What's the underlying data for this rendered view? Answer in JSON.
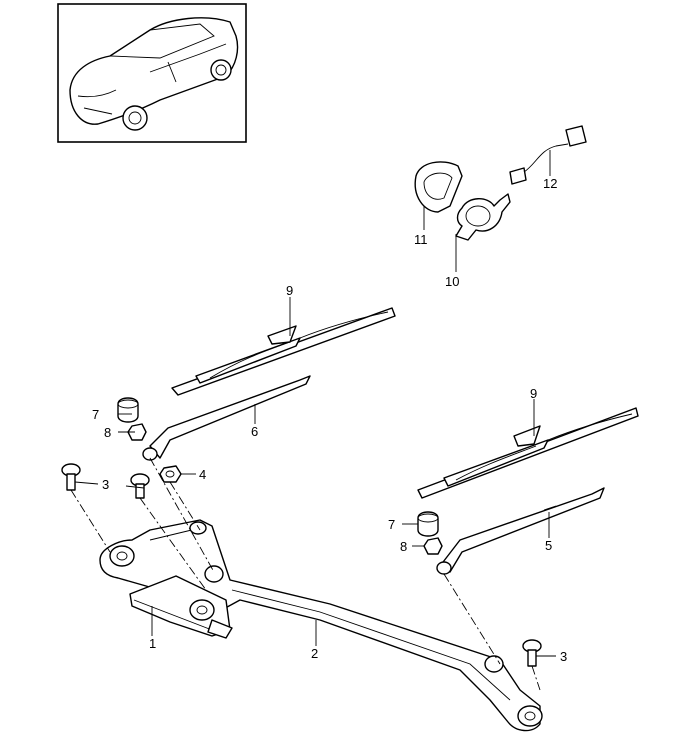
{
  "diagram": {
    "callouts": {
      "c1": "1",
      "c2": "2",
      "c3a": "3",
      "c3b": "3",
      "c4": "4",
      "c5": "5",
      "c6": "6",
      "c7a": "7",
      "c7b": "7",
      "c8a": "8",
      "c8b": "8",
      "c9a": "9",
      "c9b": "9",
      "c10": "10",
      "c11": "11",
      "c12": "12"
    }
  }
}
